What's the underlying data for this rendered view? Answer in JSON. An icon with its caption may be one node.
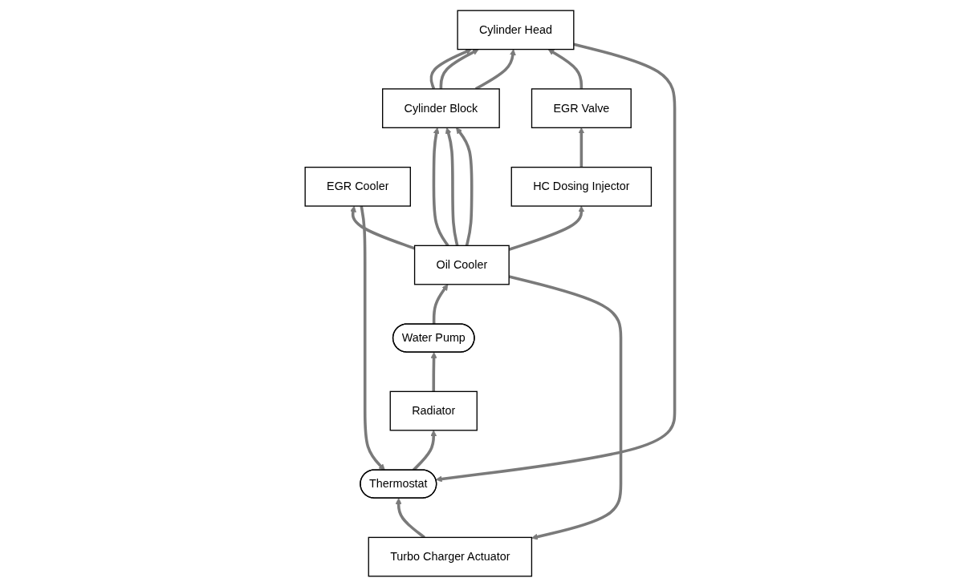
{
  "diagram": {
    "nodes": [
      {
        "text": [
          "Turbo Charger Actuator"
        ]
      },
      {
        "text": [
          "Radiator"
        ]
      },
      {
        "text": [
          "Thermostat"
        ]
      },
      {
        "text": [
          "Cylinder Head"
        ]
      },
      {
        "text": [
          "Cylinder Block"
        ]
      },
      {
        "text": [
          "EGR Valve"
        ]
      },
      {
        "text": [
          "EGR Cooler"
        ]
      },
      {
        "text": [
          "Water Pump"
        ]
      },
      {
        "text": [
          "Oil Cooler"
        ]
      },
      {
        "text": [
          "HC Dosing Injector"
        ]
      }
    ],
    "edges": [
      {
        "from": 0,
        "to": 2,
        "arrow": "to"
      },
      {
        "from": 6,
        "to": 2,
        "arrow": "to"
      },
      {
        "from": 2,
        "to": 1,
        "arrow": "to"
      },
      {
        "from": 3,
        "to": 2,
        "arrow": "to"
      },
      {
        "from": 4,
        "to": 3,
        "arrow": "to"
      },
      {
        "from": 4,
        "to": 3,
        "arrow": "to"
      },
      {
        "from": 4,
        "to": 3,
        "arrow": "to"
      },
      {
        "from": 5,
        "to": 3,
        "arrow": "to"
      },
      {
        "from": 8,
        "to": 4,
        "arrow": "to"
      },
      {
        "from": 8,
        "to": 4,
        "arrow": "to"
      },
      {
        "from": 8,
        "to": 4,
        "arrow": "to"
      },
      {
        "from": 9,
        "to": 5,
        "arrow": "to"
      },
      {
        "from": 1,
        "to": 7,
        "arrow": "to"
      },
      {
        "from": 7,
        "to": 8,
        "arrow": "to"
      },
      {
        "from": 8,
        "to": 9,
        "arrow": "to"
      },
      {
        "from": 8,
        "to": 6,
        "arrow": "to"
      },
      {
        "from": 8,
        "to": 0,
        "arrow": "to"
      }
    ]
  }
}
